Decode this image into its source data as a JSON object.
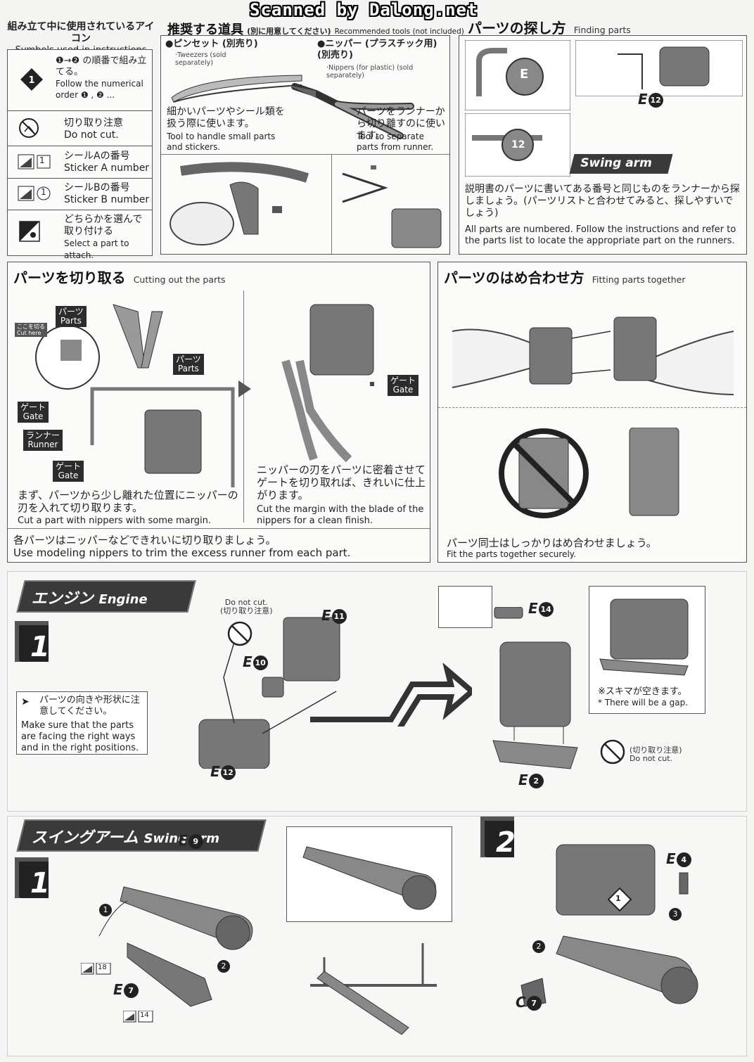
{
  "watermark": "Scanned by Dalong.net",
  "symbols": {
    "title_jp": "組み立て中に使用されているアイコン",
    "title_en": "Symbols used in instructions",
    "rows": [
      {
        "icon": "step-order-icon",
        "jp": "❶→❷ の順番で組み立てる。",
        "en": "Follow the numerical order ❶ , ❷ ..."
      },
      {
        "icon": "do-not-cut-icon",
        "jp": "切り取り注意",
        "en": "Do not cut."
      },
      {
        "icon": "sticker-a-icon",
        "badge": "1",
        "jp": "シールAの番号",
        "en": "Sticker A number"
      },
      {
        "icon": "sticker-b-icon",
        "badge": "1",
        "jp": "シールBの番号",
        "en": "Sticker B number"
      },
      {
        "icon": "select-part-icon",
        "jp": "どちらかを選んで取り付ける",
        "en": "Select a part to attach."
      }
    ]
  },
  "tools": {
    "title_jp": "推奨する道具",
    "title_note_jp": "(別に用意してください)",
    "title_en": "Recommended tools (not included)",
    "tweezers": {
      "name_jp": "●ピンセット (別売り)",
      "name_en": "·Tweezers (sold separately)",
      "desc_jp": "細かいパーツやシール類を扱う際に使います。",
      "desc_en": "Tool to handle small parts and stickers."
    },
    "nippers": {
      "name_jp": "●ニッパー (プラスチック用) (別売り)",
      "name_en": "·Nippers (for plastic) (sold separately)",
      "desc_jp": "パーツをランナーから切り離すのに使います。",
      "desc_en": "Tool to separate parts from runner."
    }
  },
  "finding": {
    "title_jp": "パーツの探し方",
    "title_en": "Finding parts",
    "runner_letter": "E",
    "runner_num": "12",
    "part_code": "E",
    "part_num": "12",
    "banner_text": "Swing arm",
    "desc_jp": "説明書のパーツに書いてある番号と同じものをランナーから探しましょう。(パーツリストと合わせてみると、探しやすいでしょう)",
    "desc_en": "All parts are numbered. Follow the instructions and refer to the parts list to locate the appropriate part on the runners."
  },
  "cutting": {
    "title_jp": "パーツを切り取る",
    "title_en": "Cutting out the parts",
    "labels": {
      "parts_jp": "パーツ",
      "parts_en": "Parts",
      "cut_here_jp": "ここを切る",
      "cut_here_en": "Cut here",
      "gate_jp": "ゲート",
      "gate_en": "Gate",
      "runner_jp": "ランナー",
      "runner_en": "Runner"
    },
    "step1_jp": "まず、パーツから少し離れた位置にニッパーの刃を入れて切り取ります。",
    "step1_en": "Cut a part with nippers with some margin.",
    "step2_jp": "ニッパーの刃をパーツに密着させてゲートを切り取れば、きれいに仕上がります。",
    "step2_en": "Cut the margin with the blade of the nippers for a clean finish.",
    "footer_jp": "各パーツはニッパーなどできれいに切り取りましょう。",
    "footer_en": "Use modeling nippers to trim the excess runner from each part."
  },
  "fitting": {
    "title_jp": "パーツのはめ合わせ方",
    "title_en": "Fitting parts together",
    "desc_jp": "パーツ同士はしっかりはめ合わせましょう。",
    "desc_en": "Fit the parts together securely."
  },
  "engine": {
    "banner_jp": "エンジン",
    "banner_en": "Engine",
    "step": "1",
    "note_jp": "パーツの向きや形状に注意してください。",
    "note_en": "Make sure that the parts are facing the right ways and in the right positions.",
    "do_not_cut_en": "Do not cut.",
    "do_not_cut_jp": "(切り取り注意)",
    "parts": [
      {
        "code": "E",
        "num": "11"
      },
      {
        "code": "E",
        "num": "10"
      },
      {
        "code": "E",
        "num": "12"
      },
      {
        "code": "E",
        "num": "14"
      },
      {
        "code": "E",
        "num": "2"
      }
    ],
    "gap_jp": "※スキマが空きます。",
    "gap_en": "* There will be a gap."
  },
  "swingarm": {
    "banner_jp": "スイングアーム",
    "banner_en": "Swing arm",
    "step1": "1",
    "step2": "2",
    "parts": [
      {
        "code": "E",
        "num": "9"
      },
      {
        "code": "E",
        "num": "7"
      },
      {
        "code": "E",
        "num": "4"
      },
      {
        "code": "C",
        "num": "7"
      }
    ],
    "stickers": [
      "18",
      "14"
    ],
    "order_marks": [
      "1",
      "2",
      "3"
    ]
  },
  "colors": {
    "ink": "#222222",
    "part_gray": "#6d6d6d",
    "paper": "#f4f4f2"
  }
}
